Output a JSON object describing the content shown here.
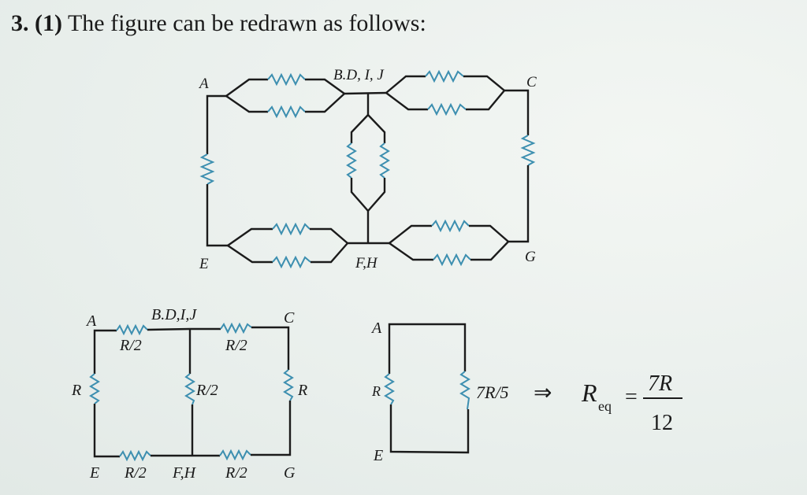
{
  "heading": {
    "number": "3.",
    "option": "(1)",
    "text": "The figure can be redrawn as follows:"
  },
  "figure1": {
    "nodes": {
      "A": "A",
      "BDIJ": "B.D, I, J",
      "C": "C",
      "E": "E",
      "FH": "F,H",
      "G": "G"
    }
  },
  "figure2": {
    "nodes": {
      "A": "A",
      "BDIJ": "B.D,I,J",
      "C": "C",
      "E": "E",
      "FH": "F,H",
      "G": "G"
    },
    "resistors": {
      "top_left": "R/2",
      "top_right": "R/2",
      "left": "R",
      "middle": "R/2",
      "right": "R",
      "bottom_left": "R/2",
      "bottom_right": "R/2"
    }
  },
  "figure3": {
    "nodes": {
      "A": "A",
      "E": "E"
    },
    "resistors": {
      "left": "R",
      "right": "7R/5"
    }
  },
  "result": {
    "implies": "⇒",
    "lhs_main": "R",
    "lhs_sub": "eq",
    "equals": "=",
    "numerator": "7R",
    "denominator": "12"
  },
  "colors": {
    "wire": "#1b1b1b",
    "resistor": "#3d8fb0",
    "paper": "#eef2ef"
  }
}
